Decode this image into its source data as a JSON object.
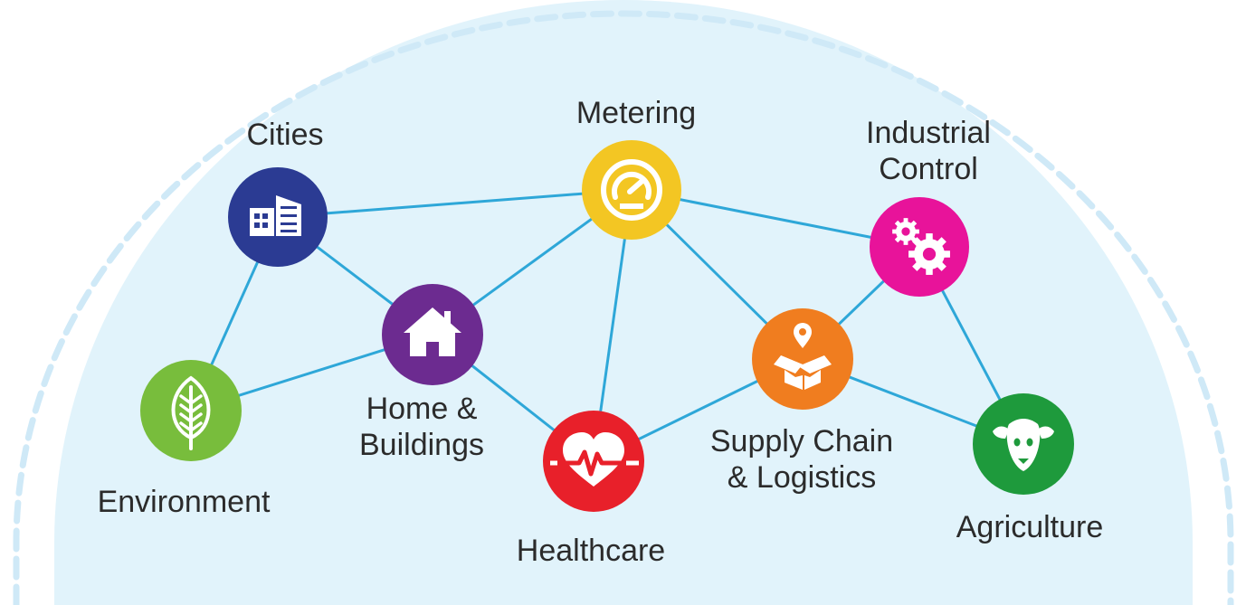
{
  "colors": {
    "background": "#ffffff",
    "dome_fill": "#e1f3fb",
    "dome_dash": "#cfe9f7",
    "connector": "#2ea7d8",
    "icon_glyph": "#ffffff"
  },
  "nodes": [
    {
      "id": "cities",
      "label_lines": [
        "Cities"
      ],
      "icon": "buildings-icon",
      "color": "#2b3b93"
    },
    {
      "id": "metering",
      "label_lines": [
        "Metering"
      ],
      "icon": "gauge-icon",
      "color": "#f3c623"
    },
    {
      "id": "industrial",
      "label_lines": [
        "Industrial",
        "Control"
      ],
      "icon": "gears-icon",
      "color": "#e8139a"
    },
    {
      "id": "home",
      "label_lines": [
        "Home &",
        "Buildings"
      ],
      "icon": "house-icon",
      "color": "#6c2b90"
    },
    {
      "id": "environment",
      "label_lines": [
        "Environment"
      ],
      "icon": "leaf-icon",
      "color": "#78bd3c"
    },
    {
      "id": "healthcare",
      "label_lines": [
        "Healthcare"
      ],
      "icon": "heartbeat-icon",
      "color": "#e8202a"
    },
    {
      "id": "supply",
      "label_lines": [
        "Supply Chain",
        "& Logistics"
      ],
      "icon": "package-location-icon",
      "color": "#f07d1f"
    },
    {
      "id": "agriculture",
      "label_lines": [
        "Agriculture"
      ],
      "icon": "sheep-icon",
      "color": "#1e9a3c"
    }
  ],
  "connections": [
    [
      "cities",
      "metering"
    ],
    [
      "cities",
      "home"
    ],
    [
      "cities",
      "environment"
    ],
    [
      "metering",
      "industrial"
    ],
    [
      "metering",
      "home"
    ],
    [
      "metering",
      "healthcare"
    ],
    [
      "metering",
      "supply"
    ],
    [
      "home",
      "environment"
    ],
    [
      "home",
      "healthcare"
    ],
    [
      "healthcare",
      "supply"
    ],
    [
      "supply",
      "industrial"
    ],
    [
      "supply",
      "agriculture"
    ],
    [
      "industrial",
      "agriculture"
    ]
  ]
}
